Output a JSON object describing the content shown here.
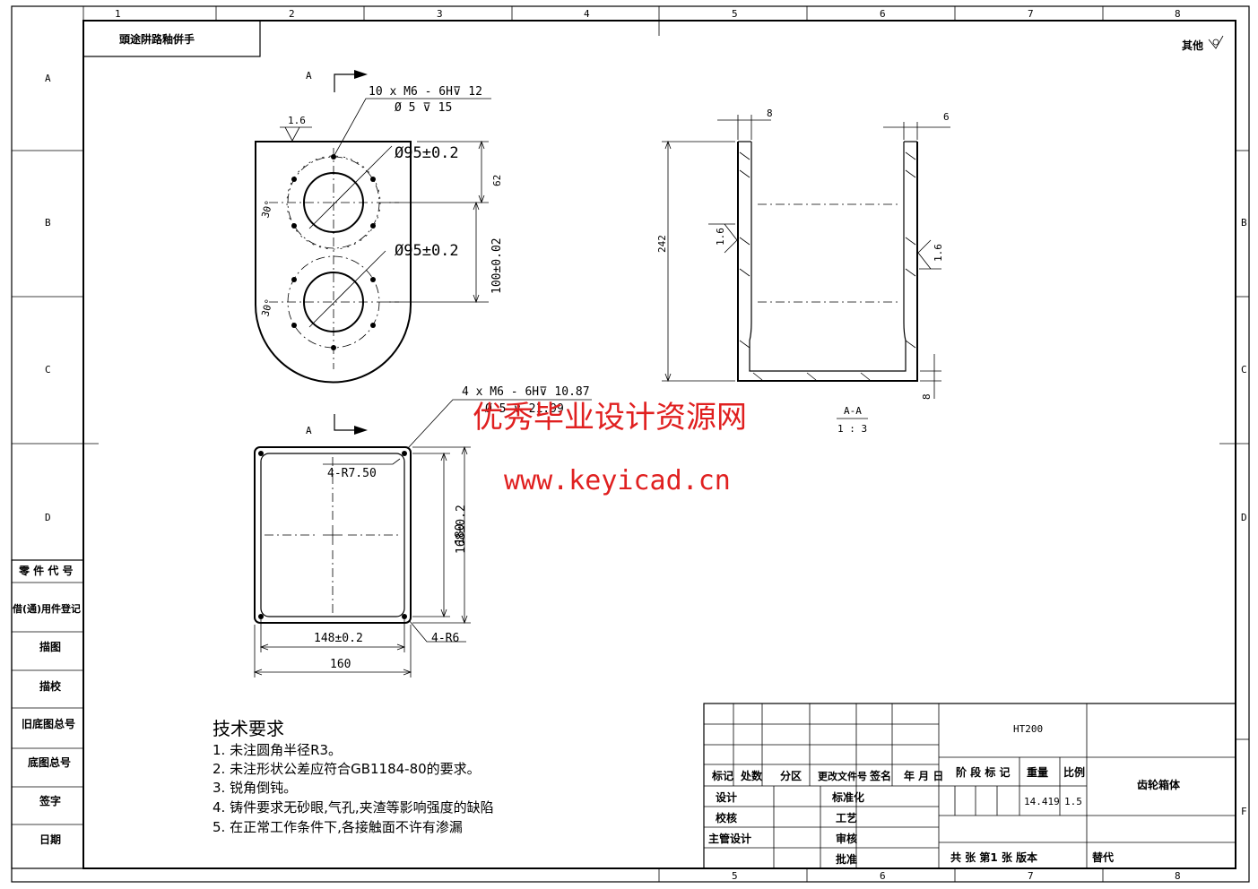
{
  "frame": {
    "top_zones": [
      "1",
      "2",
      "3",
      "4",
      "5",
      "6",
      "7",
      "8"
    ],
    "bottom_zones": [
      "5",
      "6",
      "7",
      "8"
    ],
    "left_zones": [
      "A",
      "B",
      "C",
      "D"
    ],
    "right_zones": [
      "B",
      "C",
      "D",
      "F"
    ],
    "top_left_box_text": "頭途阱路釉倂手",
    "top_right_mark": "其他"
  },
  "left_column": {
    "labels": [
      "零 件 代 号",
      "借(通)用件登记",
      "描图",
      "描校",
      "旧底图总号",
      "底图总号",
      "签字",
      "日期"
    ]
  },
  "front_view": {
    "section_label": "A",
    "roughness": "1.6",
    "hole_callout_line1": "10 x M6 - 6H⊽ 12",
    "hole_callout_line2": "Ø 5 ⊽ 15",
    "bore_upper": "Ø95±0.2",
    "bore_lower": "Ø95±0.2",
    "angle_upper": "30°",
    "angle_lower": "30°",
    "dim_62": "62",
    "dim_100": "100±0.02"
  },
  "section_view": {
    "dim_wall_left": "8",
    "dim_wall_right": "6",
    "dim_height": "242",
    "roughness_left": "1.6",
    "roughness_right": "1.6",
    "dim_bottom": "8",
    "title": "A-A",
    "scale": "1 : 3"
  },
  "bottom_view": {
    "section_label": "A",
    "hole_callout_line1": "4 x M6 - 6H⊽ 10.87",
    "hole_callout_line2": "Ø 5 ⊽ 21.99",
    "corner_radius": "4-R7.50",
    "dim_168": "168±0.2",
    "dim_180": "180",
    "dim_148": "148±0.2",
    "dim_160": "160",
    "outer_radius": "4-R6"
  },
  "watermark": {
    "line1": "优秀毕业设计资源网",
    "line2": "www.keyicad.cn"
  },
  "requirements": {
    "title": "技术要求",
    "items": [
      "1.  未注圆角半径R3。",
      "2.  未注形状公差应符合GB1184-80的要求。",
      "3.  锐角倒钝。",
      "4.  铸件要求无砂眼,气孔,夹渣等影响强度的缺陷",
      "5.  在正常工作条件下,各接触面不许有渗漏"
    ]
  },
  "title_block": {
    "material": "HT200",
    "part_name": "齿轮箱体",
    "header_labels": [
      "标记",
      "处数",
      "分区",
      "更改文件号",
      "签名",
      "年 月 日"
    ],
    "stage_label": "阶 段 标 记",
    "weight_label": "重量",
    "scale_label": "比例",
    "weight_value": "14.419",
    "scale_value": "1.5",
    "row_design": "设计",
    "row_check": "校核",
    "row_chief": "主管设计",
    "row_standard": "标准化",
    "row_process": "工艺",
    "row_review": "审核",
    "row_approve": "批准",
    "sheet_info": "共  张  第1 张  版本",
    "replace_label": "替代"
  }
}
